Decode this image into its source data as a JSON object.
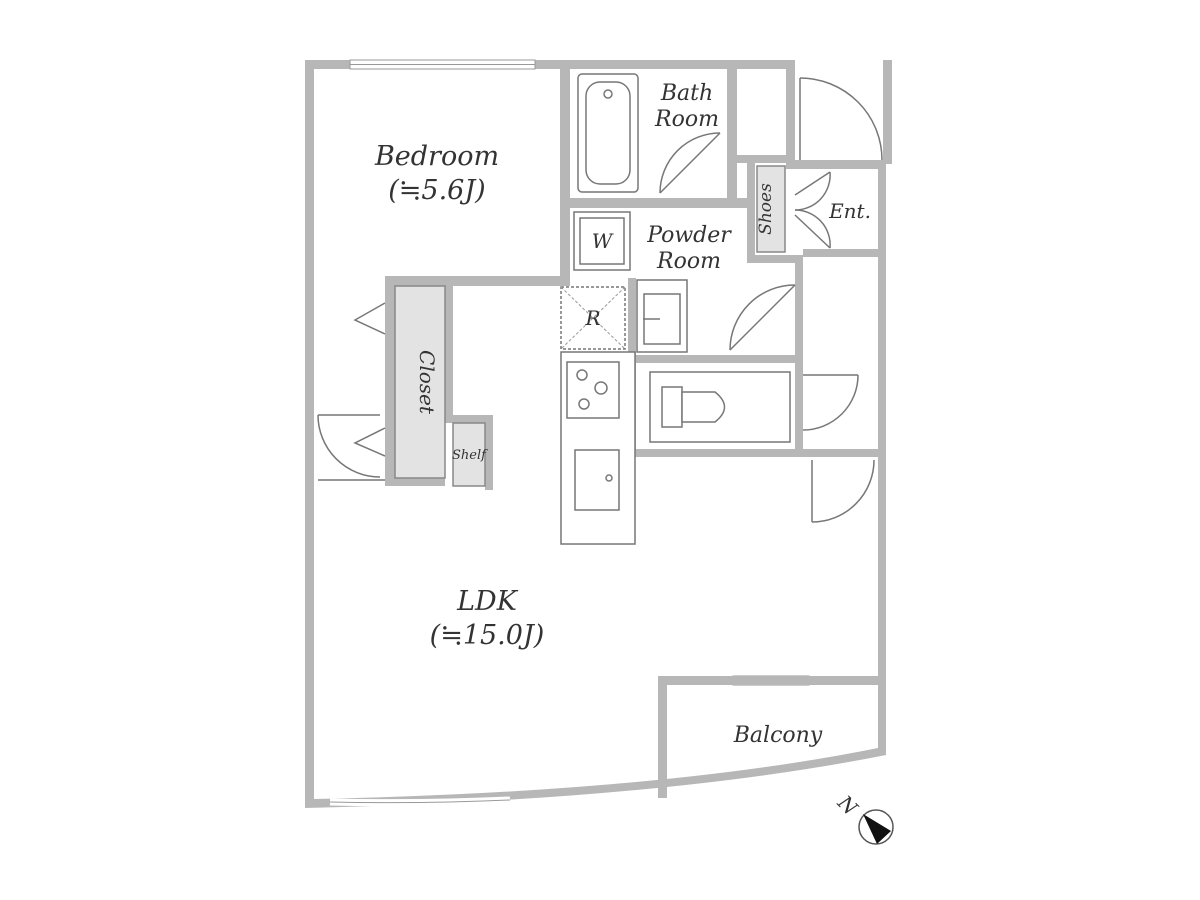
{
  "rooms": {
    "bedroom": {
      "name": "Bedroom",
      "size": "(≒5.6J)"
    },
    "bath": {
      "line1": "Bath",
      "line2": "Room"
    },
    "powder": {
      "line1": "Powder",
      "line2": "Room"
    },
    "ldk": {
      "name": "LDK",
      "size": "(≒15.0J)"
    },
    "balcony": {
      "name": "Balcony"
    },
    "entrance": {
      "name": "Ent."
    }
  },
  "storage": {
    "shoes": "Shoes",
    "closet": "Closet",
    "shelf": "Shelf"
  },
  "fixtures": {
    "washer": "W",
    "refrigerator": "R"
  },
  "compass": {
    "label": "N"
  },
  "colors": {
    "wall": "#b7b7b7",
    "storage_fill": "#e4e3e3",
    "text": "#333333"
  }
}
